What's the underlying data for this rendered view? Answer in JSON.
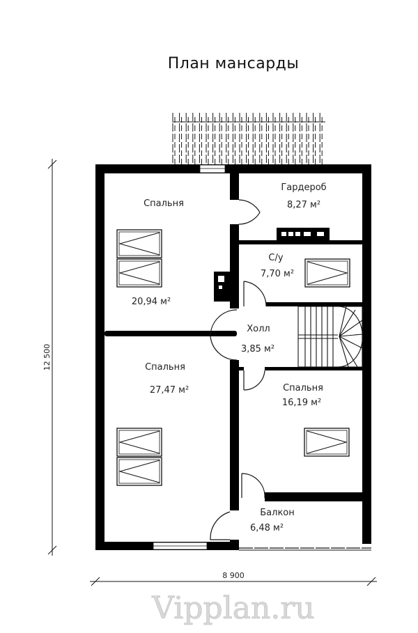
{
  "title": "План мансарды",
  "watermark": "Vipplan.ru",
  "rooms": [
    {
      "name": "Спальня",
      "area": "20,94 м²"
    },
    {
      "name": "Гардероб",
      "area": "8,27 м²"
    },
    {
      "name": "С/у",
      "area": "7,70 м²"
    },
    {
      "name": "Холл",
      "area": "3,85 м²"
    },
    {
      "name": "Спальня",
      "area": "27,47 м²"
    },
    {
      "name": "Спальня",
      "area": "16,19 м²"
    },
    {
      "name": "Балкон",
      "area": "6,48 м²"
    }
  ],
  "dimensions": {
    "height": "12 500",
    "width": "8 900"
  },
  "colors": {
    "wall": "#000000",
    "line": "#111111"
  }
}
